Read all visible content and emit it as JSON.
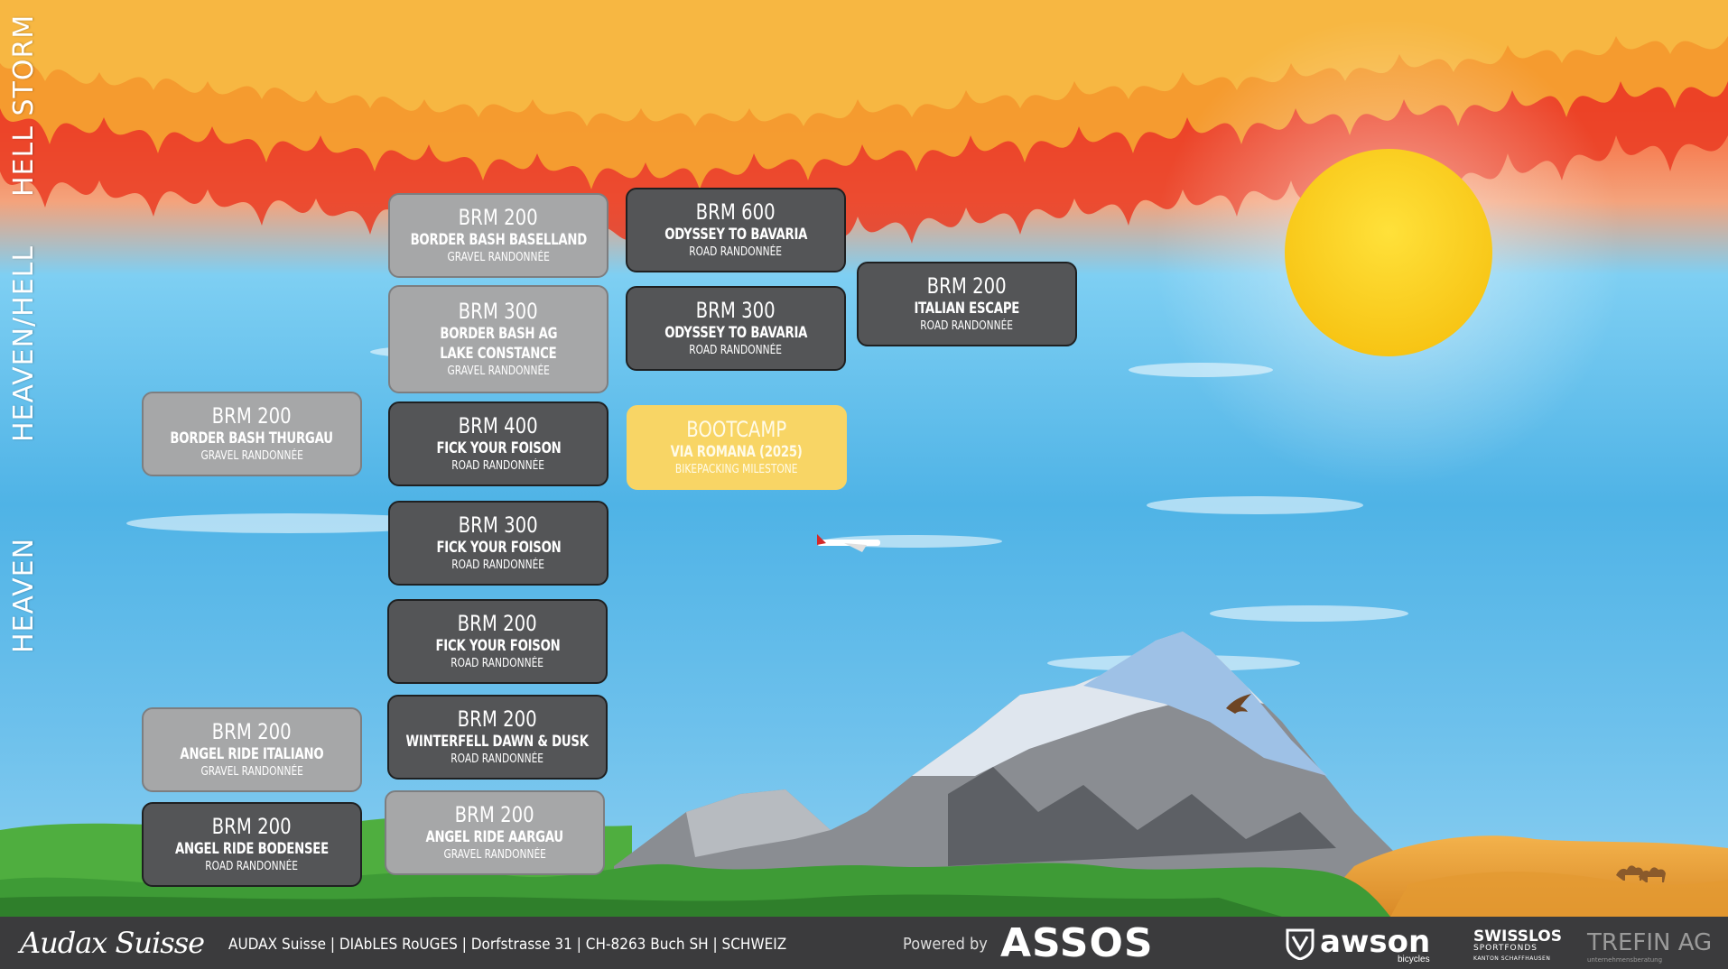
{
  "zones": {
    "hell_storm": "HELL STORM",
    "heaven_hell": "HEAVEN/HELL",
    "heaven": "HEAVEN"
  },
  "cards": [
    {
      "brm": "BRM 200",
      "name": "BORDER BASH BASELLAND",
      "type": "GRAVEL RANDONNÉE",
      "style": "light"
    },
    {
      "brm": "BRM 300",
      "name": "BORDER BASH AG",
      "name2": "LAKE CONSTANCE",
      "type": "GRAVEL RANDONNÉE",
      "style": "light"
    },
    {
      "brm": "BRM 200",
      "name": "BORDER BASH THURGAU",
      "type": "GRAVEL RANDONNÉE",
      "style": "light"
    },
    {
      "brm": "BRM 400",
      "name": "FICK YOUR FOISON",
      "type": "ROAD RANDONNÉE",
      "style": "dark"
    },
    {
      "brm": "BRM 300",
      "name": "FICK YOUR FOISON",
      "type": "ROAD RANDONNÉE",
      "style": "dark"
    },
    {
      "brm": "BRM 200",
      "name": "FICK YOUR FOISON",
      "type": "ROAD RANDONNÉE",
      "style": "dark"
    },
    {
      "brm": "BRM 200",
      "name": "WINTERFELL DAWN & DUSK",
      "type": "ROAD RANDONNÉE",
      "style": "dark"
    },
    {
      "brm": "BRM 200",
      "name": "ANGEL RIDE AARGAU",
      "type": "GRAVEL RANDONNÉE",
      "style": "light"
    },
    {
      "brm": "BRM 200",
      "name": "ANGEL RIDE ITALIANO",
      "type": "GRAVEL RANDONNÉE",
      "style": "light"
    },
    {
      "brm": "BRM 200",
      "name": "ANGEL RIDE BODENSEE",
      "type": "ROAD RANDONNÉE",
      "style": "dark"
    },
    {
      "brm": "BRM 600",
      "name": "ODYSSEY TO BAVARIA",
      "type": "ROAD RANDONNÉE",
      "style": "dark"
    },
    {
      "brm": "BRM 300",
      "name": "ODYSSEY TO BAVARIA",
      "type": "ROAD RANDONNÉE",
      "style": "dark"
    },
    {
      "brm": "BOOTCAMP",
      "name": "VIA ROMANA (2025)",
      "type": "BIKEPACKING MILESTONE",
      "style": "yellow"
    },
    {
      "brm": "BRM 200",
      "name": "ITALIAN ESCAPE",
      "type": "ROAD RANDONNÉE",
      "style": "dark"
    }
  ],
  "footer": {
    "logo": "Audax Suisse",
    "address": "AUDAX Suisse | DIAbLES RoUGES | Dorfstrasse 31 | CH-8263 Buch SH | SCHWEIZ",
    "powered_by": "Powered by",
    "sponsor1": "ASSOS",
    "sponsor2": "awson",
    "sponsor2_sub": "bicycles",
    "sponsor3": "SWISSLOS",
    "sponsor3_sub": "SPORTFONDS",
    "sponsor3_sub2": "KANTON SCHAFFHAUSEN",
    "sponsor4": "TREFIN AG",
    "sponsor4_sub": "unternehmensberatung"
  },
  "colors": {
    "card_dark": "#545557",
    "card_light": "#a6a7a8",
    "card_yellow": "#f8d565",
    "footer": "#3b3b3d",
    "sky": "#58b8ea",
    "sun": "#fcd21d"
  }
}
